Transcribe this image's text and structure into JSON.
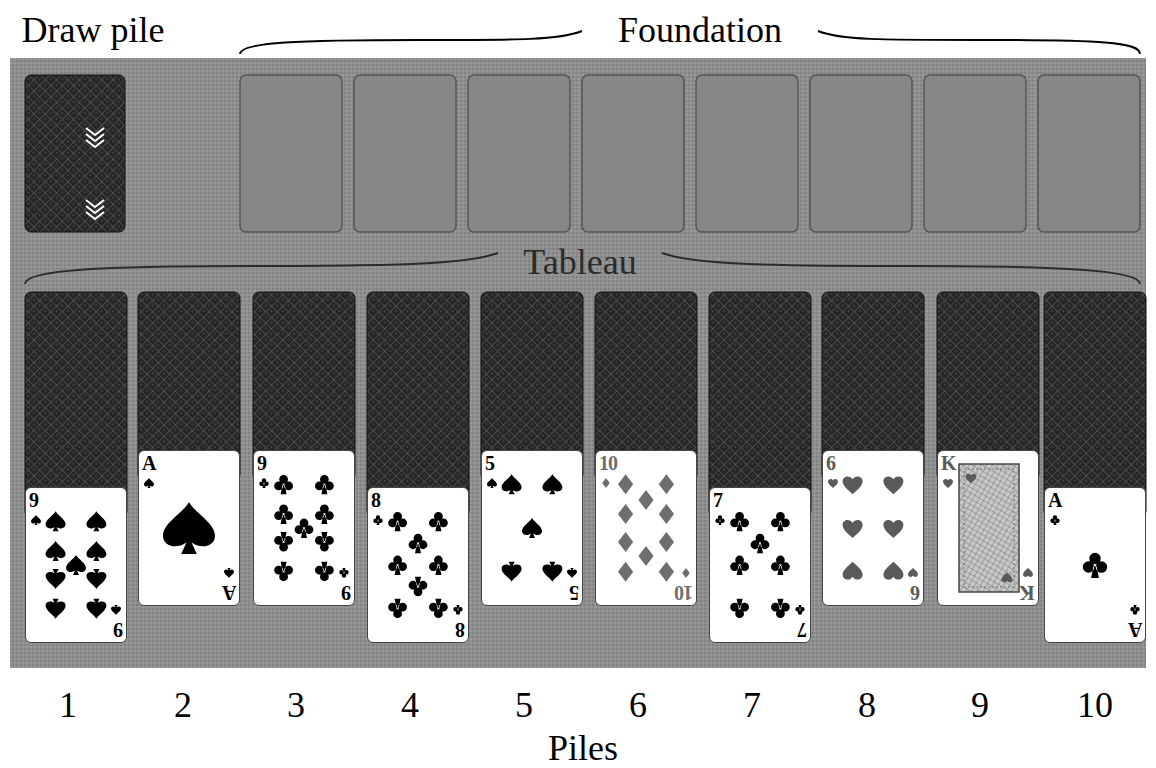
{
  "diagram": {
    "nodes": [
      {
        "text": [
          "9",
          "9"
        ]
      },
      {
        "text": [
          "A",
          "A"
        ]
      },
      {
        "text": [
          "9",
          "9"
        ]
      },
      {
        "text": [
          "8",
          "8"
        ]
      },
      {
        "text": [
          "5",
          "5"
        ]
      },
      {
        "text": [
          "10",
          "10"
        ]
      },
      {
        "text": [
          "7",
          "7"
        ]
      },
      {
        "text": [
          "6",
          "6"
        ]
      },
      {
        "text": [
          "K",
          "K"
        ]
      },
      {
        "text": [
          "A",
          "A"
        ]
      }
    ],
    "labels": [
      "Draw pile",
      "Foundation",
      "Tableau",
      "1",
      "2",
      "3",
      "4",
      "5",
      "6",
      "7",
      "8",
      "9",
      "10",
      "Piles"
    ]
  }
}
